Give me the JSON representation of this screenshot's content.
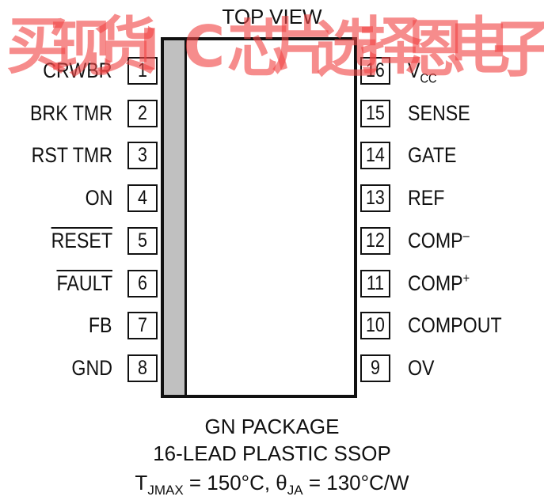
{
  "top_label": "TOP VIEW",
  "left_pins": [
    {
      "number": "1",
      "name": "CRWBR",
      "bar": false
    },
    {
      "number": "2",
      "name": "BRK TMR",
      "bar": false
    },
    {
      "number": "3",
      "name": "RST TMR",
      "bar": false
    },
    {
      "number": "4",
      "name": "ON",
      "bar": false
    },
    {
      "number": "5",
      "name": "RESET",
      "bar": true
    },
    {
      "number": "6",
      "name": "FAULT",
      "bar": true
    },
    {
      "number": "7",
      "name": "FB",
      "bar": false
    },
    {
      "number": "8",
      "name": "GND",
      "bar": false
    }
  ],
  "right_pins": [
    {
      "number": "16",
      "name": "V",
      "sub": "CC",
      "sup": ""
    },
    {
      "number": "15",
      "name": "SENSE",
      "sub": "",
      "sup": ""
    },
    {
      "number": "14",
      "name": "GATE",
      "sub": "",
      "sup": ""
    },
    {
      "number": "13",
      "name": "REF",
      "sub": "",
      "sup": ""
    },
    {
      "number": "12",
      "name": "COMP",
      "sub": "",
      "sup": "–"
    },
    {
      "number": "11",
      "name": "COMP",
      "sub": "",
      "sup": "+"
    },
    {
      "number": "10",
      "name": "COMPOUT",
      "sub": "",
      "sup": ""
    },
    {
      "number": "9",
      "name": "OV",
      "sub": "",
      "sup": ""
    }
  ],
  "package": {
    "line1": "GN PACKAGE",
    "line2": "16-LEAD PLASTIC SSOP"
  },
  "thermal": {
    "t_symbol": "T",
    "t_sub": "JMAX",
    "t_value": " = 150°C, ",
    "theta_symbol": "θ",
    "theta_sub": "JA",
    "theta_value": " = 130°C/W"
  },
  "watermark": {
    "text": "买现货IC芯片选择恩电子",
    "color": "#f04646"
  }
}
